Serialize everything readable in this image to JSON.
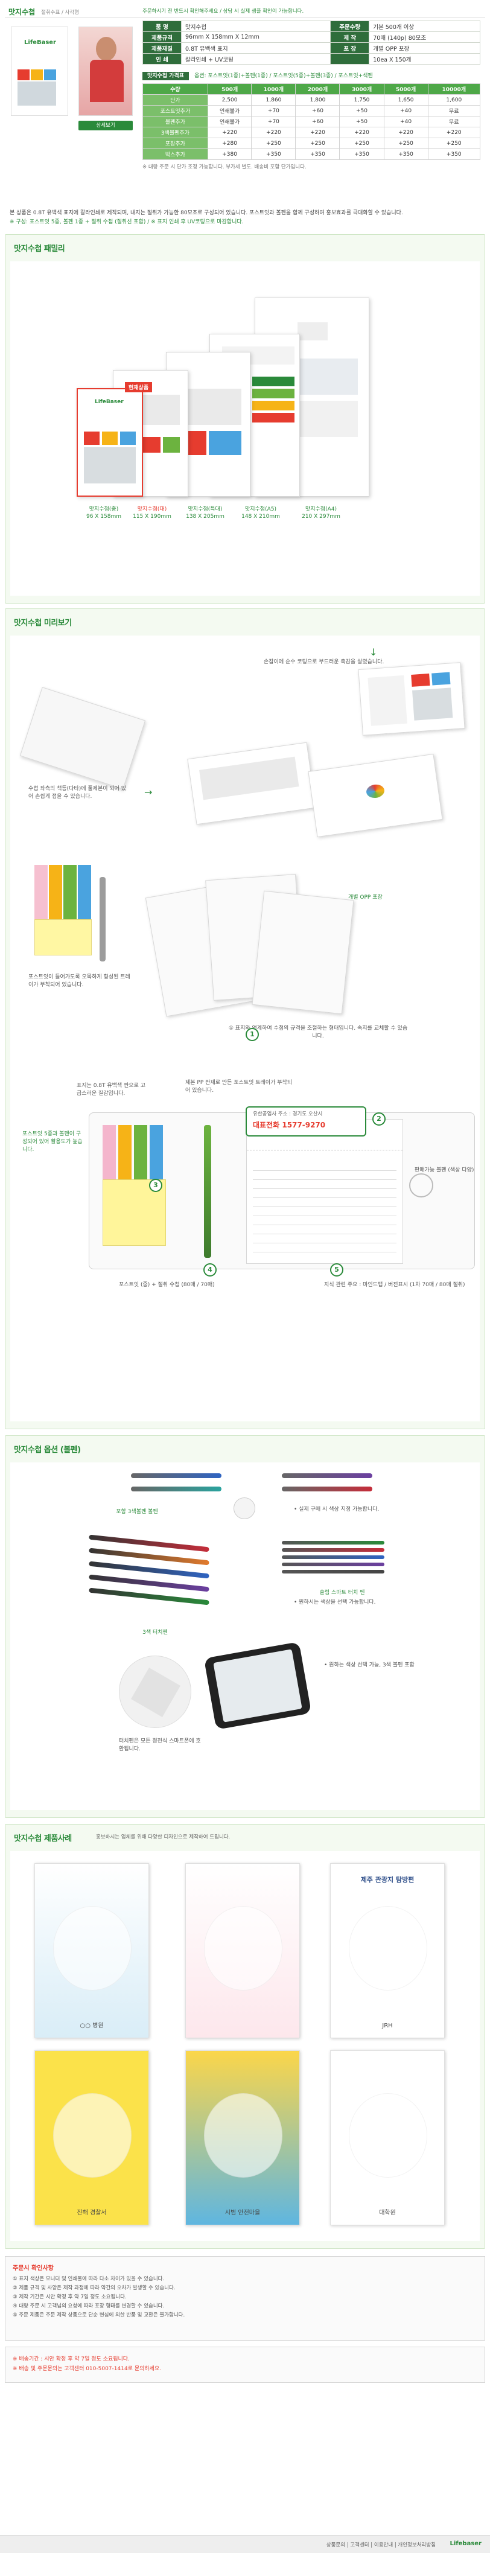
{
  "header": {
    "title": "맛지수첩",
    "subtitle": "절취수표 / 사각형",
    "notice": "주문하시기 전 반드시 확인해주세요 / 상담 시 실제 샘플 확인이 가능합니다.",
    "detail_button": "상세보기"
  },
  "spec_table": {
    "rows": [
      {
        "k1": "품 명",
        "v1": "맛지수첩",
        "k2": "주문수량",
        "v2": "기본 500개 이상"
      },
      {
        "k1": "제품규격",
        "v1": "96mm X 158mm X 12mm",
        "k2": "제 작",
        "v2": "70매 (140p) 80모조"
      },
      {
        "k1": "제품재질",
        "v1": "0.8T 유백색 표지",
        "k2": "포 장",
        "v2": "개별 OPP 포장"
      },
      {
        "k1": "인 쇄",
        "v1": "칼라인쇄 + UV코팅",
        "k2": "",
        "v2": "10ea X 150개"
      }
    ]
  },
  "price_table": {
    "title": "맛지수첩 가격표",
    "option_note": "옵션: 포스트잇(1종)+볼펜(1종) / 포스트잇(5종)+볼펜(3종) / 포스트잇+색펜",
    "headers": [
      "수량",
      "500개",
      "1000개",
      "2000개",
      "3000개",
      "5000개",
      "10000개"
    ],
    "rows": [
      {
        "label": "단가",
        "cells": [
          "2,500",
          "1,860",
          "1,800",
          "1,750",
          "1,650",
          "1,600"
        ]
      },
      {
        "label": "포스트잇추가",
        "cells": [
          "인쇄불가",
          "+70",
          "+60",
          "+50",
          "+40",
          "무료"
        ]
      },
      {
        "label": "볼펜추가",
        "cells": [
          "인쇄불가",
          "+70",
          "+60",
          "+50",
          "+40",
          "무료"
        ]
      },
      {
        "label": "3색볼펜추가",
        "cells": [
          "+220",
          "+220",
          "+220",
          "+220",
          "+220",
          "+220"
        ]
      },
      {
        "label": "포장추가",
        "cells": [
          "+280",
          "+250",
          "+250",
          "+250",
          "+250",
          "+250"
        ]
      },
      {
        "label": "박스추가",
        "cells": [
          "+380",
          "+350",
          "+350",
          "+350",
          "+350",
          "+350"
        ]
      }
    ],
    "footnote": "※ 대량 주문 시 단가 조정 가능합니다. 부가세 별도. 배송비 포함 단가입니다."
  },
  "intro_text": {
    "line1": "본 상품은 0.8T 유백색 표지에 칼라인쇄로 제작되며, 내지는 절취가 가능한 80모조로 구성되어 있습니다. 포스트잇과 볼펜을 함께 구성하여 홍보효과를 극대화할 수 있습니다.",
    "line2": "※ 구성: 포스트잇 5종, 볼펜 1종 + 절취 수첩 (절취선 포함) / ※ 표지 인쇄 후 UV코팅으로 마감합니다."
  },
  "section1": {
    "title": "맛지수첩 패밀리",
    "badge": "현재상품",
    "items": [
      {
        "name": "맛지수첩(중)",
        "size": "96 X 158mm"
      },
      {
        "name": "맛지수첩(대)",
        "size": "115 X 190mm"
      },
      {
        "name": "맛지수첩(특대)",
        "size": "138 X 205mm"
      },
      {
        "name": "맛지수첩(A5)",
        "size": "148 X 210mm"
      },
      {
        "name": "맛지수첩(A4)",
        "size": "210 X 297mm"
      }
    ]
  },
  "section2": {
    "title": "맛지수첩 미리보기",
    "callouts": [
      "손잡이에 순수 코팅으로 부드러운 촉감을 살렸습니다.",
      "수첩 좌측의 책등(다타)에 풀제본이 되어 있어 손쉽게 접을 수 있습니다.",
      "포스트잇이 들어가도록 오목하게 형성된 트레이가 부착되어 있습니다.",
      "개별 OPP 포장",
      "① 표지와 연계하여 수첩의 규격을 조절하는 형태입니다. 속지를 교체할 수 있습니다.",
      "표지는 0.8T 유백색 판으로 고급스러운 질감입니다.",
      "제본 PP 판재로 만든 포스트잇 트레이가 부착되어 있습니다.",
      "포스트잇 5종과 볼펜이 구성되어 있어 활용도가 높습니다.",
      "포스트잇 (중) + 절취 수첩 (80매 / 70매)",
      "지식 관련 주요 : 마인드맵 / 버전표시 (1차 70매 / 80매 절취)",
      "판매가능 볼펜 (색상 다양)"
    ],
    "phone_label": "대표전화 1577-9270",
    "phone_sub": "유한공업사 주소 : 경기도 오산시"
  },
  "section3": {
    "title": "맛지수첩 옵션 (볼펜)",
    "opt1": "포함 3색볼펜 볼펜",
    "opt1_note": "• 실제 구매 시 색상 지정 가능합니다.",
    "opt2": "3색 터치펜",
    "opt3": "슬림 스마트 터치 펜",
    "opt3_note": "• 원하시는 색상을 선택 가능합니다.",
    "opt4": "터치펜은 모든 정전식 스마트폰에 호환됩니다.",
    "opt4_note": "• 원하는 색상 선택 가능, 3색 볼펜 포함"
  },
  "section4": {
    "title": "맛지수첩 제품사례",
    "subtitle": "홍보하시는 업체를 위해 다양한 디자인으로 제작하여 드립니다.",
    "samples": [
      {
        "title": "",
        "org": "○○ 병원"
      },
      {
        "title": "",
        "org": ""
      },
      {
        "title": "제주 관광지 탐방편",
        "org": "JRH"
      },
      {
        "title": "",
        "org": "진해 경찰서"
      },
      {
        "title": "",
        "org": "시범 안전마을"
      },
      {
        "title": "",
        "org": "대학원"
      }
    ]
  },
  "notes": {
    "box1_title": "주문시 확인사항",
    "box1_lines": [
      "① 표지 색상은 모니터 및 인쇄물에 따라 다소 차이가 있을 수 있습니다.",
      "② 제품 규격 및 사양은 제작 과정에 따라 약간의 오차가 발생할 수 있습니다.",
      "③ 제작 기간은 시안 확정 후 약 7일 정도 소요됩니다.",
      "④ 대량 주문 시 고객님의 요청에 따라 포장 형태를 변경할 수 있습니다.",
      "⑤ 주문 제품은 주문 제작 상품으로 단순 변심에 의한 반품 및 교환은 불가합니다."
    ],
    "box2_lines": [
      "※ 배송기간 : 시안 확정 후 약 7일 정도 소요됩니다.",
      "※ 배송 및 주문문의는 고객센터 010-5007-1414로 문의하세요."
    ]
  },
  "footer": {
    "text": "상품문의 | 고객센터 | 이용안내 | 개인정보처리방침",
    "brand": "Lifebaser"
  }
}
